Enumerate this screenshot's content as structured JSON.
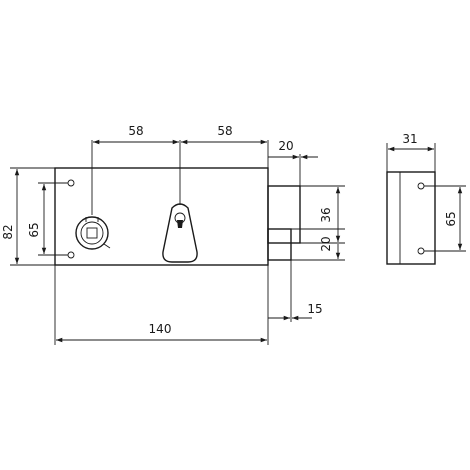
{
  "drawing": {
    "dimensions": {
      "spindle_to_key": "58",
      "key_to_edge": "58",
      "bolt_projection": "20",
      "bolt_height": "36",
      "latch_height": "20",
      "latch_projection": "15",
      "overall_width": "140",
      "overall_height": "82",
      "fixing_holes_spacing": "65",
      "keep_depth": "31",
      "keep_holes_spacing": "65"
    }
  }
}
